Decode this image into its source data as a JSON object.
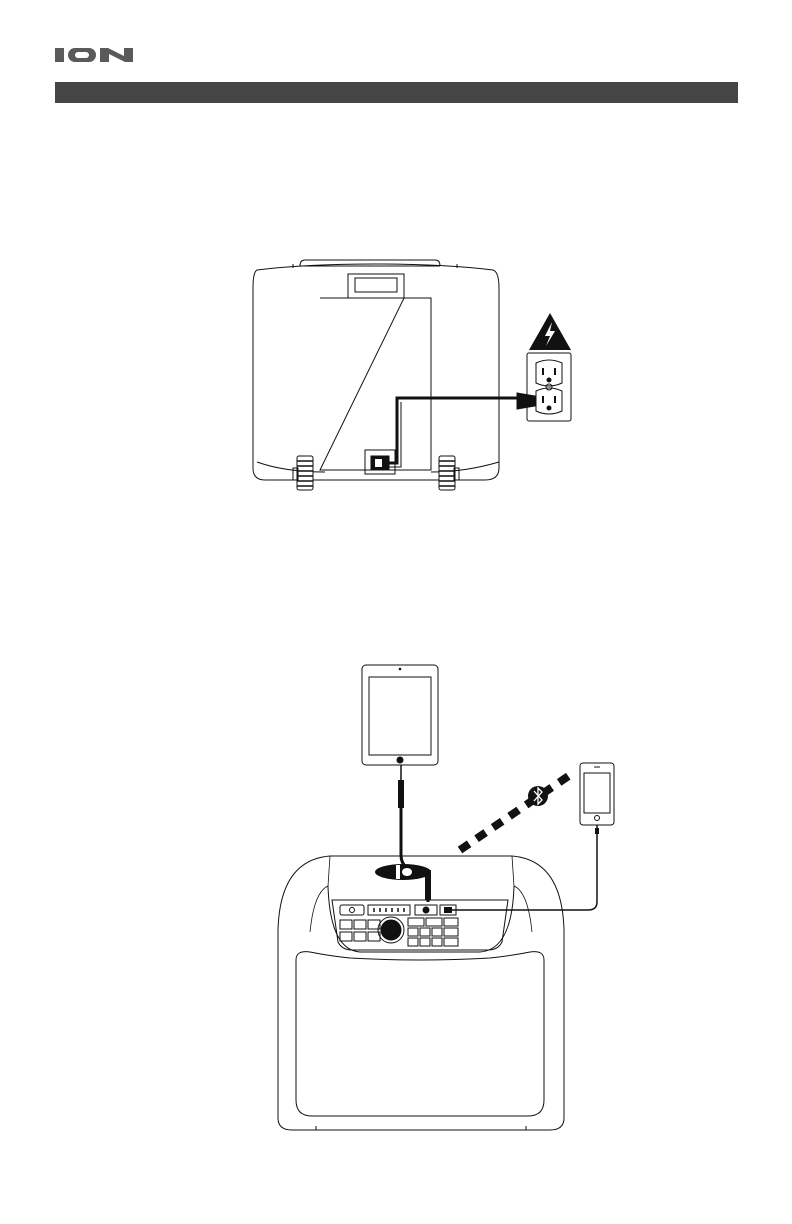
{
  "brand": {
    "name": "ION",
    "color": "#5a5a5a"
  },
  "header": {
    "bar_color": "#454545"
  },
  "figures": {
    "power_setup": {
      "icons": [
        "speaker-rear-panel",
        "power-inlet-icon",
        "power-cable",
        "wall-outlet-icon",
        "electrical-hazard-warning-icon",
        "wheel-icon"
      ]
    },
    "audio_sources": {
      "icons": [
        "tablet-icon",
        "aux-cable",
        "smartphone-icon",
        "bluetooth-icon",
        "wireless-signal-dashes",
        "speaker-front-panel",
        "volume-knob-icon",
        "display-icon"
      ]
    }
  }
}
